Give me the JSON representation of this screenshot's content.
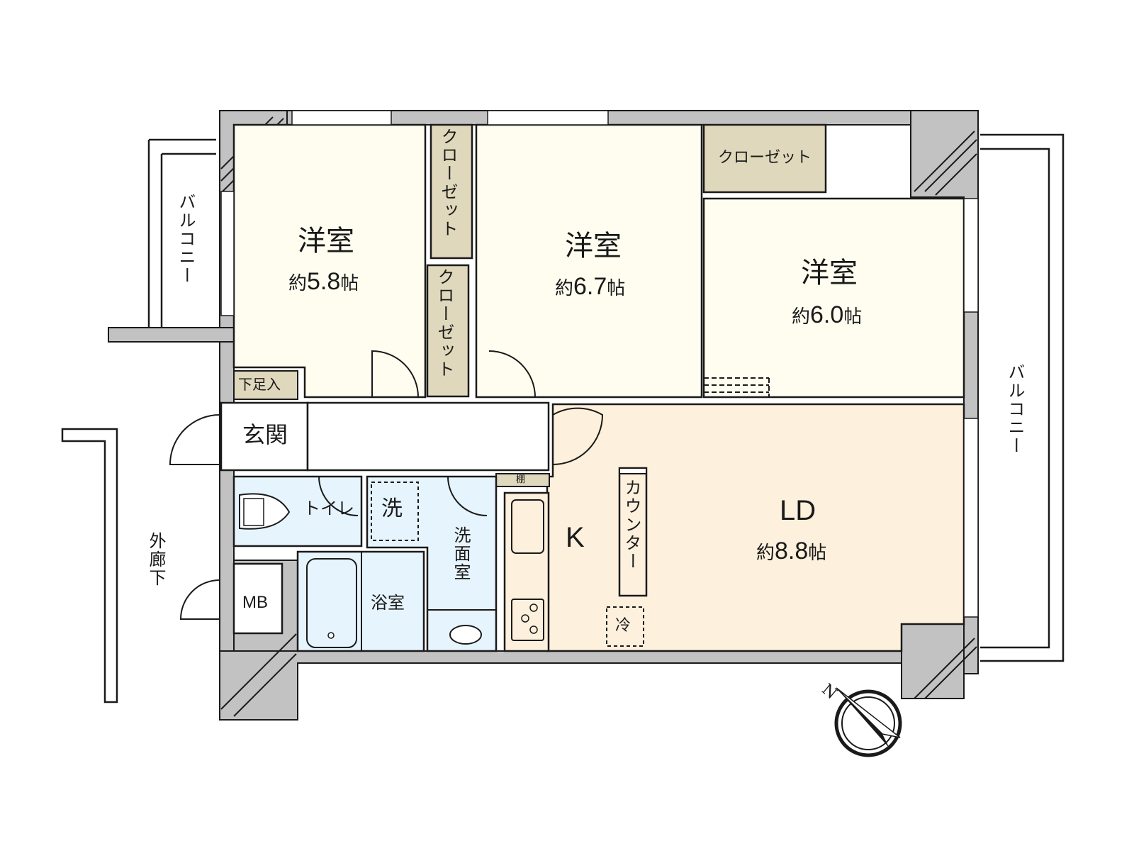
{
  "colors": {
    "wall": "#c2c2c2",
    "western_room": "#fefdf0",
    "closet": "#e0d8bc",
    "ldk": "#fdf0dc",
    "wet_area": "#e6f4fd",
    "line": "#1a1a1a"
  },
  "rooms": {
    "room1": {
      "name": "洋室",
      "size_prefix": "約",
      "size_value": "5.8",
      "size_unit": "帖"
    },
    "room2": {
      "name": "洋室",
      "size_prefix": "約",
      "size_value": "6.7",
      "size_unit": "帖"
    },
    "room3": {
      "name": "洋室",
      "size_prefix": "約",
      "size_value": "6.0",
      "size_unit": "帖"
    },
    "ld": {
      "name": "LD",
      "size_prefix": "約",
      "size_value": "8.8",
      "size_unit": "帖"
    },
    "kitchen": {
      "name": "K"
    },
    "entrance": {
      "name": "玄関"
    },
    "shoe_box": {
      "name": "下足入"
    },
    "toilet": {
      "name": "トイレ"
    },
    "washer": {
      "name": "洗"
    },
    "washroom": {
      "name": "洗面室"
    },
    "bathroom": {
      "name": "浴室"
    },
    "meter_box": {
      "name": "MB"
    },
    "shelf": {
      "name": "棚"
    },
    "counter": {
      "name": "カウンター"
    },
    "fridge": {
      "name": "冷"
    },
    "closet_a": {
      "name": "クローゼット"
    },
    "closet_b": {
      "name": "クローゼット"
    },
    "closet_c": {
      "name": "クローゼット"
    },
    "balcony_left": {
      "name": "バルコニー"
    },
    "balcony_right": {
      "name": "バルコニー"
    },
    "corridor": {
      "name": "外廊下"
    }
  },
  "compass": {
    "north_label": "N"
  }
}
